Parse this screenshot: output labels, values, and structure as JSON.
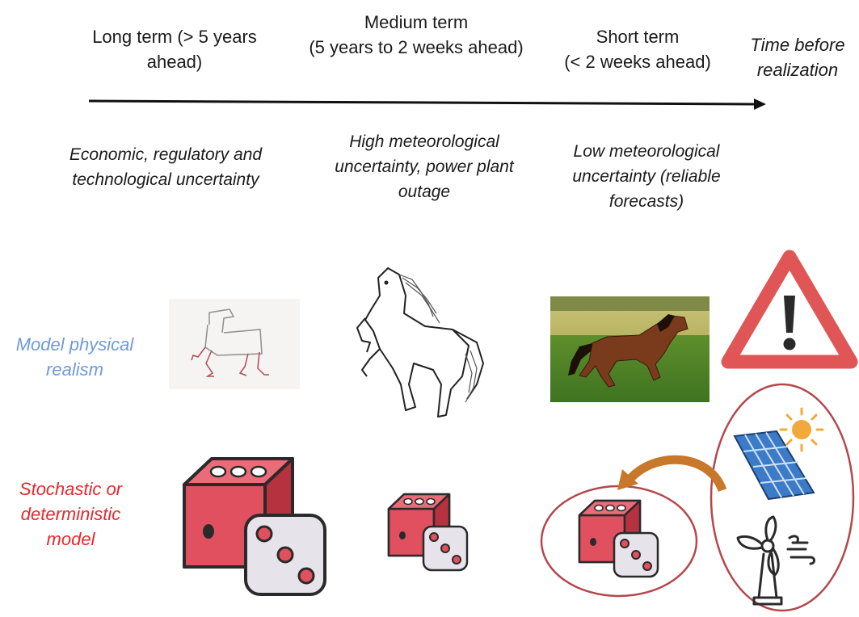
{
  "timeline": {
    "long_term": "Long term (> 5 years\nahead)",
    "medium_term": "Medium term\n(5 years to 2 weeks ahead)",
    "short_term": "Short term\n(< 2 weeks ahead)",
    "axis_label": "Time before\nrealization"
  },
  "uncertainty": {
    "long_term": "Economic, regulatory and\ntechnological uncertainty",
    "medium_term": "High meteorological\nuncertainty, power plant\noutage",
    "short_term": "Low meteorological\nuncertainty (reliable\nforecasts)"
  },
  "rows": {
    "realism": {
      "label": "Model physical\nrealism",
      "color": "#6f9ad8"
    },
    "stochastic": {
      "label": "Stochastic or\ndeterministic\nmodel",
      "color": "#e8262a"
    }
  },
  "colors": {
    "dice_red": "#e0505e",
    "dice_red_dark": "#b7323f",
    "dice_white": "#e6e3ea",
    "ellipse": "#b5474a",
    "arrow_orange": "#c8782a",
    "warning_red": "#e05555",
    "solar_blue": "#3b7bc8",
    "sun": "#f2a93b"
  },
  "icons": {
    "stick_horse": "stick-horse-drawing",
    "sketch_horse": "sketched-rearing-horse",
    "photo_horse": "galloping-horse-photo",
    "warning": "warning-triangle-icon",
    "dice": "dice-icon",
    "solar": "solar-panel-icon",
    "sun": "sun-icon",
    "wind": "wind-turbine-icon"
  }
}
